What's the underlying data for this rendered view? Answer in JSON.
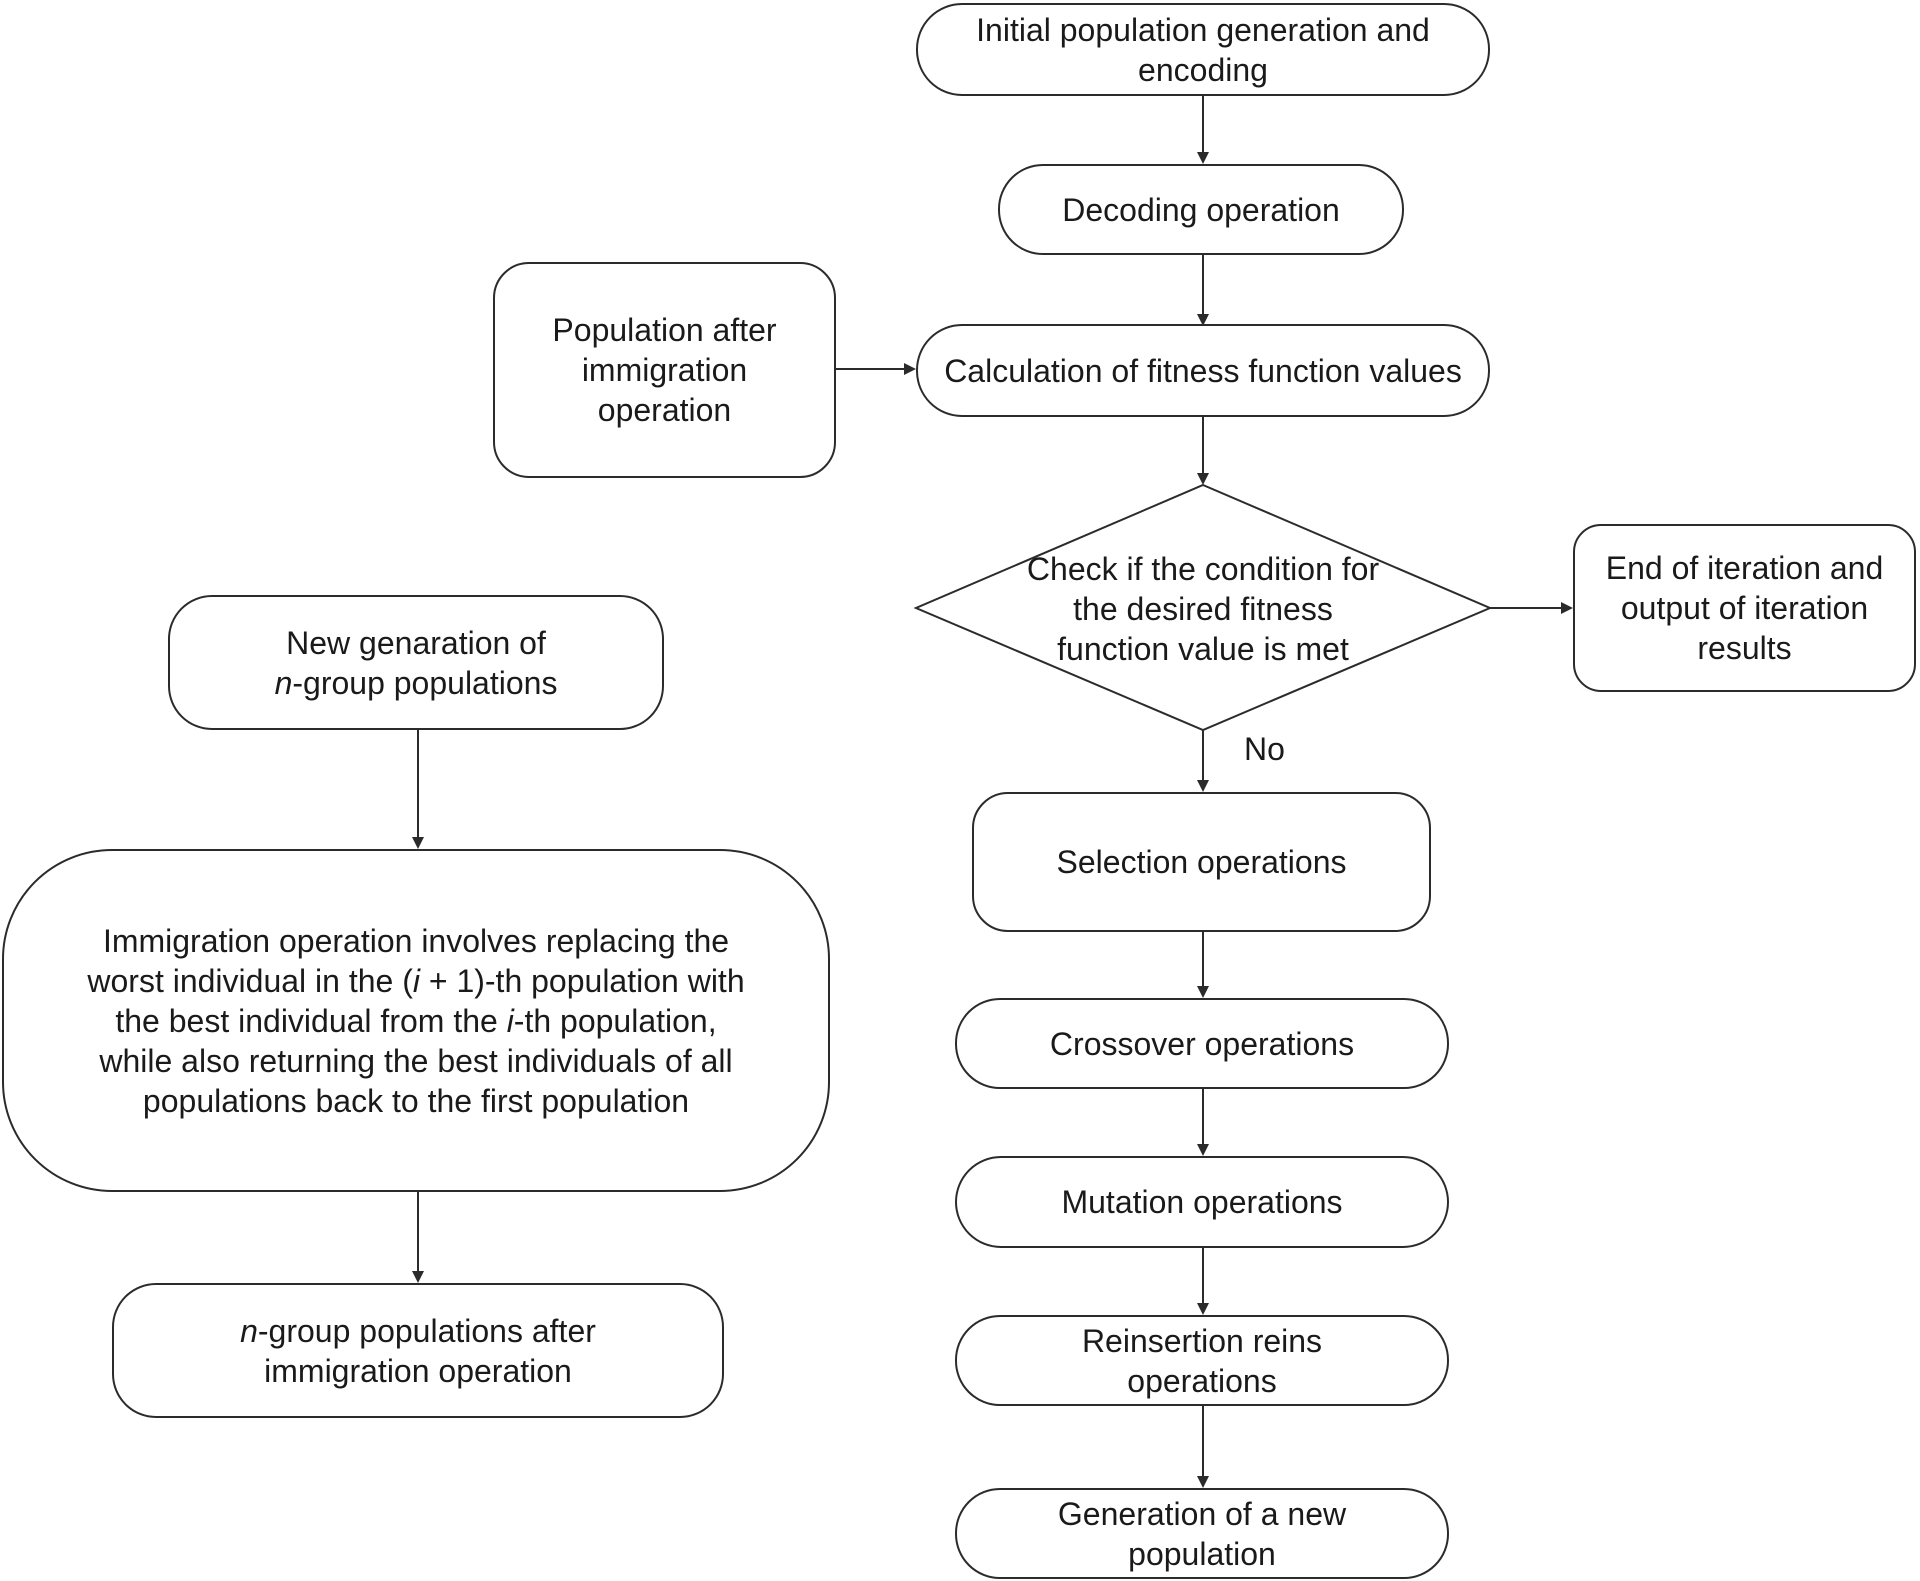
{
  "nodes": {
    "initial": "Initial population generation and encoding",
    "decoding": "Decoding operation",
    "fitness_calc": "Calculation of fitness function values",
    "check": "Check if the condition for the desired fitness function value is met",
    "end": "End of iteration and output of iteration results",
    "selection": "Selection operations",
    "crossover": "Crossover operations",
    "mutation": "Mutation operations",
    "reinsertion": "Reinsertion reins operations",
    "new_population": "Generation of a new population",
    "population_after_immigration": "Population after immigration operation",
    "new_generation": {
      "prefix_italic": "n",
      "rest": "-group populations",
      "line1": "New genaration of"
    },
    "immigration": {
      "line1": "Immigration operation involves replacing the",
      "line2_a": "worst individual in the (",
      "line2_i": "i",
      "line2_b": " + 1)-th population with",
      "line3_a": "the best individual from the ",
      "line3_i": "i",
      "line3_b": "-th population,",
      "line4": "while also returning the best individuals of all",
      "line5": "populations back to the first population"
    },
    "n_group_after": {
      "prefix_italic": "n",
      "rest": "-group populations after",
      "line2": "immigration operation"
    }
  },
  "edge_labels": {
    "no": "No"
  },
  "colors": {
    "stroke": "#2b2b2b",
    "background": "#ffffff",
    "text": "#1a1a1a"
  }
}
